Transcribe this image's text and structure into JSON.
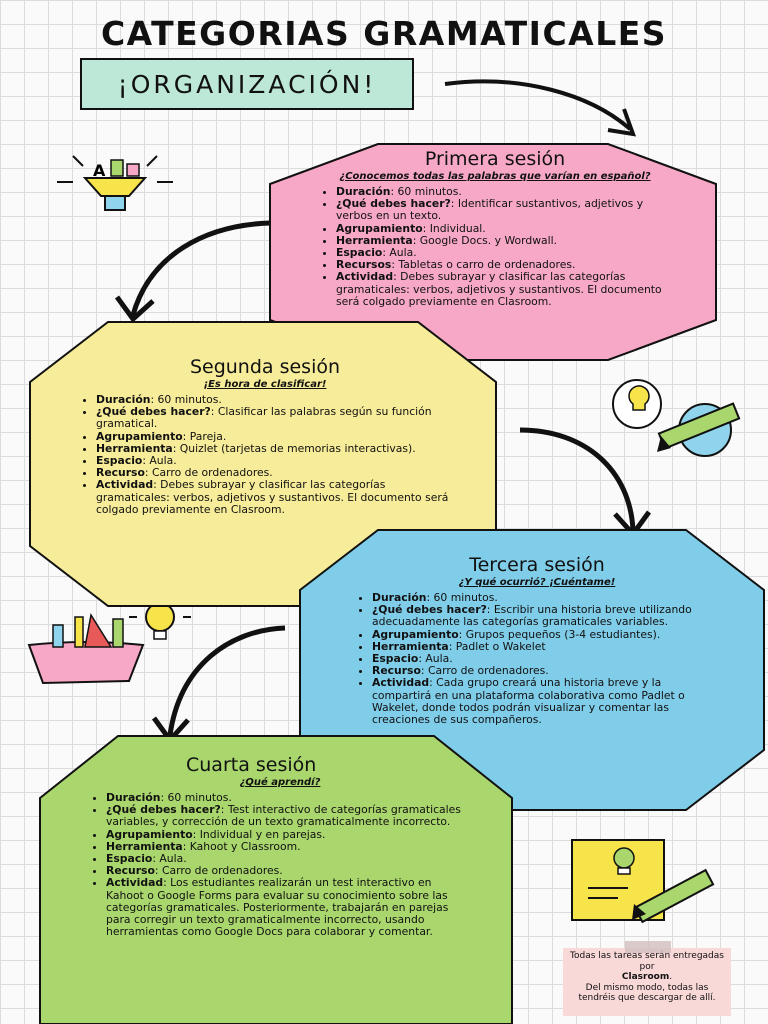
{
  "header": {
    "title": "CATEGORIAS GRAMATICALES",
    "banner": "¡ORGANIZACIÓN!"
  },
  "sessions": [
    {
      "title": "Primera sesión",
      "subtitle": "¿Conocemos todas las palabras que varían en español?",
      "items": [
        {
          "label": "Duración",
          "text": ": 60 minutos."
        },
        {
          "label": "¿Qué debes hacer?",
          "text": ": Identificar sustantivos, adjetivos y verbos en un texto."
        },
        {
          "label": "Agrupamiento",
          "text": ": Individual."
        },
        {
          "label": "Herramienta",
          "text": ": Google Docs. y Wordwall."
        },
        {
          "label": "Espacio",
          "text": ": Aula."
        },
        {
          "label": "Recursos",
          "text": ": Tabletas o carro de ordenadores."
        },
        {
          "label": "Actividad",
          "text": ": Debes subrayar y clasificar las categorías gramaticales: verbos, adjetivos y sustantivos. El documento será colgado previamente en Clasroom."
        }
      ]
    },
    {
      "title": "Segunda sesión",
      "subtitle": "¡Es hora de clasificar!",
      "items": [
        {
          "label": "Duración",
          "text": ": 60 minutos."
        },
        {
          "label": "¿Qué debes hacer?",
          "text": ": Clasificar las palabras según su función gramatical."
        },
        {
          "label": "Agrupamiento",
          "text": ": Pareja."
        },
        {
          "label": "Herramienta",
          "text": ": Quizlet (tarjetas de memorias interactivas)."
        },
        {
          "label": "Espacio",
          "text": ": Aula."
        },
        {
          "label": "Recurso",
          "text": ": Carro de ordenadores."
        },
        {
          "label": "Actividad",
          "text": ": Debes subrayar y clasificar las categorías gramaticales: verbos, adjetivos y sustantivos. El documento será colgado previamente en Clasroom."
        }
      ]
    },
    {
      "title": "Tercera sesión",
      "subtitle": "¿Y qué ocurrió? ¡Cuéntame!",
      "items": [
        {
          "label": "Duración",
          "text": ": 60 minutos."
        },
        {
          "label": "¿Qué debes hacer?",
          "text": ": Escribir una historia breve utilizando adecuadamente las categorías gramaticales variables."
        },
        {
          "label": "Agrupamiento",
          "text": ": Grupos pequeños (3-4 estudiantes)."
        },
        {
          "label": "Herramienta",
          "text": ": Padlet o Wakelet"
        },
        {
          "label": "Espacio",
          "text": ": Aula."
        },
        {
          "label": "Recurso",
          "text": ": Carro de ordenadores."
        },
        {
          "label": "Actividad",
          "text": ": Cada grupo creará una historia breve y la compartirá en una plataforma colaborativa como Padlet o Wakelet, donde todos podrán visualizar y comentar las creaciones de sus compañeros."
        }
      ]
    },
    {
      "title": "Cuarta sesión",
      "subtitle": "¿Qué aprendí?",
      "items": [
        {
          "label": "Duración",
          "text": ": 60 minutos."
        },
        {
          "label": "¿Qué debes hacer?",
          "text": ": Test interactivo de categorías gramaticales variables, y corrección de un texto gramaticalmente incorrecto."
        },
        {
          "label": "Agrupamiento",
          "text": ": Individual y en parejas."
        },
        {
          "label": "Herramienta",
          "text": ": Kahoot y Classroom."
        },
        {
          "label": "Espacio",
          "text": ": Aula."
        },
        {
          "label": "Recurso",
          "text": ": Carro de ordenadores."
        },
        {
          "label": "Actividad",
          "text": ": Los estudiantes realizarán un test interactivo en Kahoot o Google Forms para evaluar su conocimiento sobre las categorías gramaticales. Posteriormente, trabajarán en parejas para corregir un texto gramaticalmente incorrecto, usando herramientas como Google Docs para colaborar y comentar."
        }
      ]
    }
  ],
  "note": {
    "line1": "Todas las tareas serán entregadas por",
    "bold": "Clasroom",
    "line2": ".",
    "line3": "Del mismo modo, todas las tendréis que descargar de allí."
  },
  "colors": {
    "pink": "#f6a8c6",
    "yellow": "#f7ec99",
    "blue": "#80cde9",
    "green": "#a9d66d",
    "banner": "#bde8d8"
  }
}
